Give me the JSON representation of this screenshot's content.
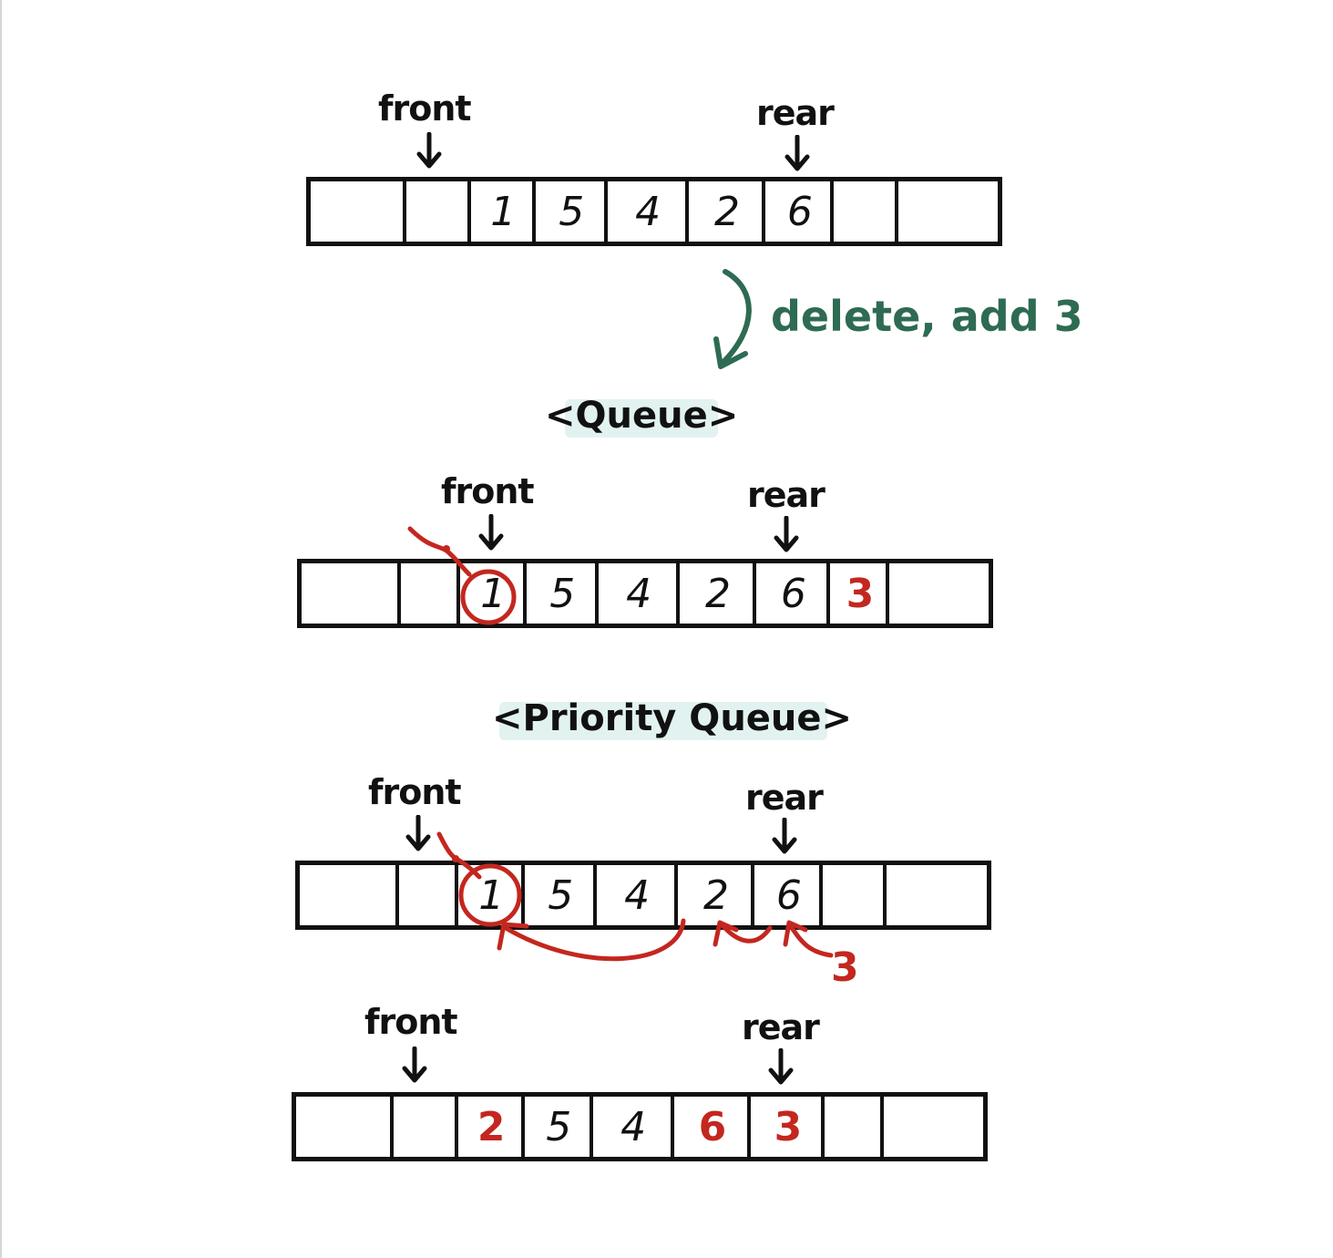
{
  "labels": {
    "front": "front",
    "rear": "rear"
  },
  "step1": {
    "cells": [
      "",
      "",
      "1",
      "5",
      "4",
      "2",
      "6",
      "",
      ""
    ],
    "highlighted": [
      false,
      false,
      false,
      false,
      false,
      false,
      false,
      false,
      false
    ]
  },
  "transition": {
    "label": "delete, add 3"
  },
  "queue": {
    "title": "<Queue>",
    "cells": [
      "",
      "",
      "1",
      "5",
      "4",
      "2",
      "6",
      "3",
      ""
    ],
    "highlighted": [
      false,
      false,
      false,
      false,
      false,
      false,
      false,
      true,
      false
    ]
  },
  "priority_queue": {
    "title": "<Priority Queue>",
    "before": {
      "cells": [
        "",
        "",
        "1",
        "5",
        "4",
        "2",
        "6",
        "",
        ""
      ],
      "highlighted": [
        false,
        false,
        false,
        false,
        false,
        false,
        false,
        false,
        false
      ],
      "incoming_label": "3"
    },
    "after": {
      "cells": [
        "",
        "",
        "2",
        "5",
        "4",
        "6",
        "3",
        "",
        ""
      ],
      "highlighted": [
        false,
        false,
        true,
        false,
        false,
        true,
        true,
        false,
        false
      ]
    }
  },
  "colors": {
    "ink": "#111111",
    "accent_red": "#c3271f",
    "annotation_green": "#2e6b52",
    "title_highlight": "#e2f2f1"
  }
}
